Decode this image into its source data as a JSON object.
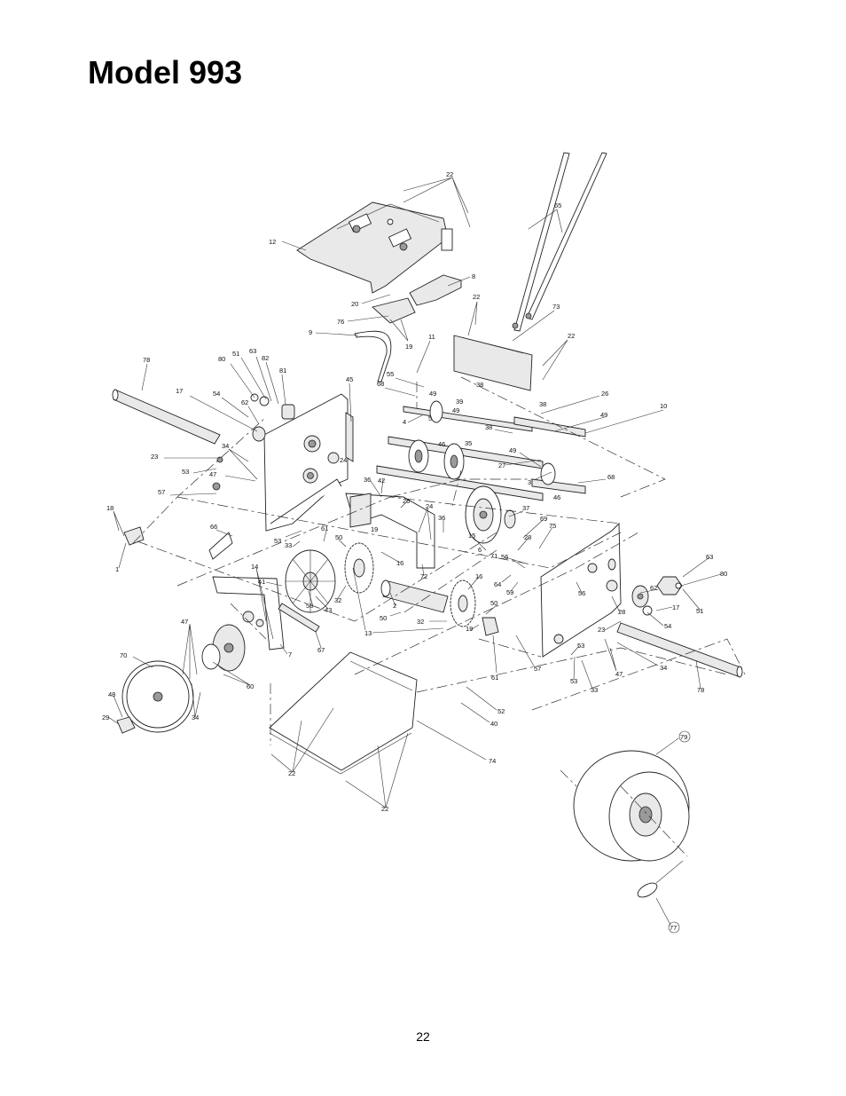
{
  "page": {
    "title": "Model 993",
    "page_number": "22"
  },
  "parts_labels": [
    {
      "id": "c22a",
      "text": "22"
    },
    {
      "id": "c65",
      "text": "65"
    },
    {
      "id": "c12",
      "text": "12"
    },
    {
      "id": "c8",
      "text": "8"
    },
    {
      "id": "c20",
      "text": "20"
    },
    {
      "id": "c22b",
      "text": "22"
    },
    {
      "id": "c73",
      "text": "73"
    },
    {
      "id": "c76",
      "text": "76"
    },
    {
      "id": "c9",
      "text": "9"
    },
    {
      "id": "c19a",
      "text": "19"
    },
    {
      "id": "c11",
      "text": "11"
    },
    {
      "id": "c22c",
      "text": "22"
    },
    {
      "id": "c78a",
      "text": "78"
    },
    {
      "id": "c80a",
      "text": "80"
    },
    {
      "id": "c51a",
      "text": "51"
    },
    {
      "id": "c63a",
      "text": "63"
    },
    {
      "id": "c82",
      "text": "82"
    },
    {
      "id": "c81",
      "text": "81"
    },
    {
      "id": "c55",
      "text": "55"
    },
    {
      "id": "c45",
      "text": "45"
    },
    {
      "id": "c68a",
      "text": "68"
    },
    {
      "id": "c38a",
      "text": "38"
    },
    {
      "id": "c49a",
      "text": "49"
    },
    {
      "id": "c17a",
      "text": "17"
    },
    {
      "id": "c54a",
      "text": "54"
    },
    {
      "id": "c62a",
      "text": "62"
    },
    {
      "id": "c39",
      "text": "39"
    },
    {
      "id": "c49b",
      "text": "49"
    },
    {
      "id": "c26",
      "text": "26"
    },
    {
      "id": "c4",
      "text": "4"
    },
    {
      "id": "c38b",
      "text": "38"
    },
    {
      "id": "c49c",
      "text": "49"
    },
    {
      "id": "c10",
      "text": "10"
    },
    {
      "id": "c5",
      "text": "5"
    },
    {
      "id": "c38c",
      "text": "38"
    },
    {
      "id": "c46a",
      "text": "46"
    },
    {
      "id": "c35",
      "text": "35"
    },
    {
      "id": "c34a",
      "text": "34"
    },
    {
      "id": "c23a",
      "text": "23"
    },
    {
      "id": "c27",
      "text": "27"
    },
    {
      "id": "c49d",
      "text": "49"
    },
    {
      "id": "c53a",
      "text": "53"
    },
    {
      "id": "c47a",
      "text": "47"
    },
    {
      "id": "c24a",
      "text": "24"
    },
    {
      "id": "c3",
      "text": "3"
    },
    {
      "id": "c68b",
      "text": "68"
    },
    {
      "id": "c46b",
      "text": "46"
    },
    {
      "id": "c57a",
      "text": "57"
    },
    {
      "id": "c36a",
      "text": "36"
    },
    {
      "id": "c42",
      "text": "42"
    },
    {
      "id": "c25",
      "text": "25"
    },
    {
      "id": "c24b",
      "text": "24"
    },
    {
      "id": "c36b",
      "text": "36"
    },
    {
      "id": "c37",
      "text": "37"
    },
    {
      "id": "c18",
      "text": "18"
    },
    {
      "id": "c69",
      "text": "69"
    },
    {
      "id": "c75",
      "text": "75"
    },
    {
      "id": "c19b",
      "text": "19"
    },
    {
      "id": "c66",
      "text": "66"
    },
    {
      "id": "c53b",
      "text": "53"
    },
    {
      "id": "c61a",
      "text": "61"
    },
    {
      "id": "c15",
      "text": "15"
    },
    {
      "id": "c28a",
      "text": "28"
    },
    {
      "id": "c50a",
      "text": "50"
    },
    {
      "id": "c33a",
      "text": "33"
    },
    {
      "id": "c6",
      "text": "6"
    },
    {
      "id": "c71",
      "text": "71"
    },
    {
      "id": "c56a",
      "text": "56"
    },
    {
      "id": "c63b",
      "text": "63"
    },
    {
      "id": "c1",
      "text": "1"
    },
    {
      "id": "c16a",
      "text": "16"
    },
    {
      "id": "c72",
      "text": "72"
    },
    {
      "id": "c16b",
      "text": "16"
    },
    {
      "id": "c64",
      "text": "64"
    },
    {
      "id": "c80b",
      "text": "80"
    },
    {
      "id": "c14",
      "text": "14"
    },
    {
      "id": "c41",
      "text": "41"
    },
    {
      "id": "c59",
      "text": "59"
    },
    {
      "id": "c56b",
      "text": "56"
    },
    {
      "id": "c62b",
      "text": "62"
    },
    {
      "id": "c58",
      "text": "58"
    },
    {
      "id": "c32a",
      "text": "32"
    },
    {
      "id": "c43",
      "text": "43"
    },
    {
      "id": "c2",
      "text": "2"
    },
    {
      "id": "c50b",
      "text": "50"
    },
    {
      "id": "c17b",
      "text": "17"
    },
    {
      "id": "c51b",
      "text": "51"
    },
    {
      "id": "c28b",
      "text": "28"
    },
    {
      "id": "c50c",
      "text": "50"
    },
    {
      "id": "c32b",
      "text": "32"
    },
    {
      "id": "c19c",
      "text": "19"
    },
    {
      "id": "c13",
      "text": "13"
    },
    {
      "id": "c54b",
      "text": "54"
    },
    {
      "id": "c23b",
      "text": "23"
    },
    {
      "id": "c47b",
      "text": "47"
    },
    {
      "id": "c53c",
      "text": "53"
    },
    {
      "id": "c67",
      "text": "67"
    },
    {
      "id": "c7",
      "text": "7"
    },
    {
      "id": "c61b",
      "text": "61"
    },
    {
      "id": "c57b",
      "text": "57"
    },
    {
      "id": "c34b",
      "text": "34"
    },
    {
      "id": "c70",
      "text": "70"
    },
    {
      "id": "c60",
      "text": "60"
    },
    {
      "id": "c47c",
      "text": "47"
    },
    {
      "id": "c53d",
      "text": "53"
    },
    {
      "id": "c33b",
      "text": "33"
    },
    {
      "id": "c78b",
      "text": "78"
    },
    {
      "id": "c48",
      "text": "48"
    },
    {
      "id": "c29",
      "text": "29"
    },
    {
      "id": "c34c",
      "text": "34"
    },
    {
      "id": "c52",
      "text": "52"
    },
    {
      "id": "c40",
      "text": "40"
    },
    {
      "id": "c74",
      "text": "74"
    },
    {
      "id": "c22d",
      "text": "22"
    },
    {
      "id": "c22e",
      "text": "22"
    },
    {
      "id": "c79",
      "text": "79"
    },
    {
      "id": "c77",
      "text": "77"
    }
  ]
}
